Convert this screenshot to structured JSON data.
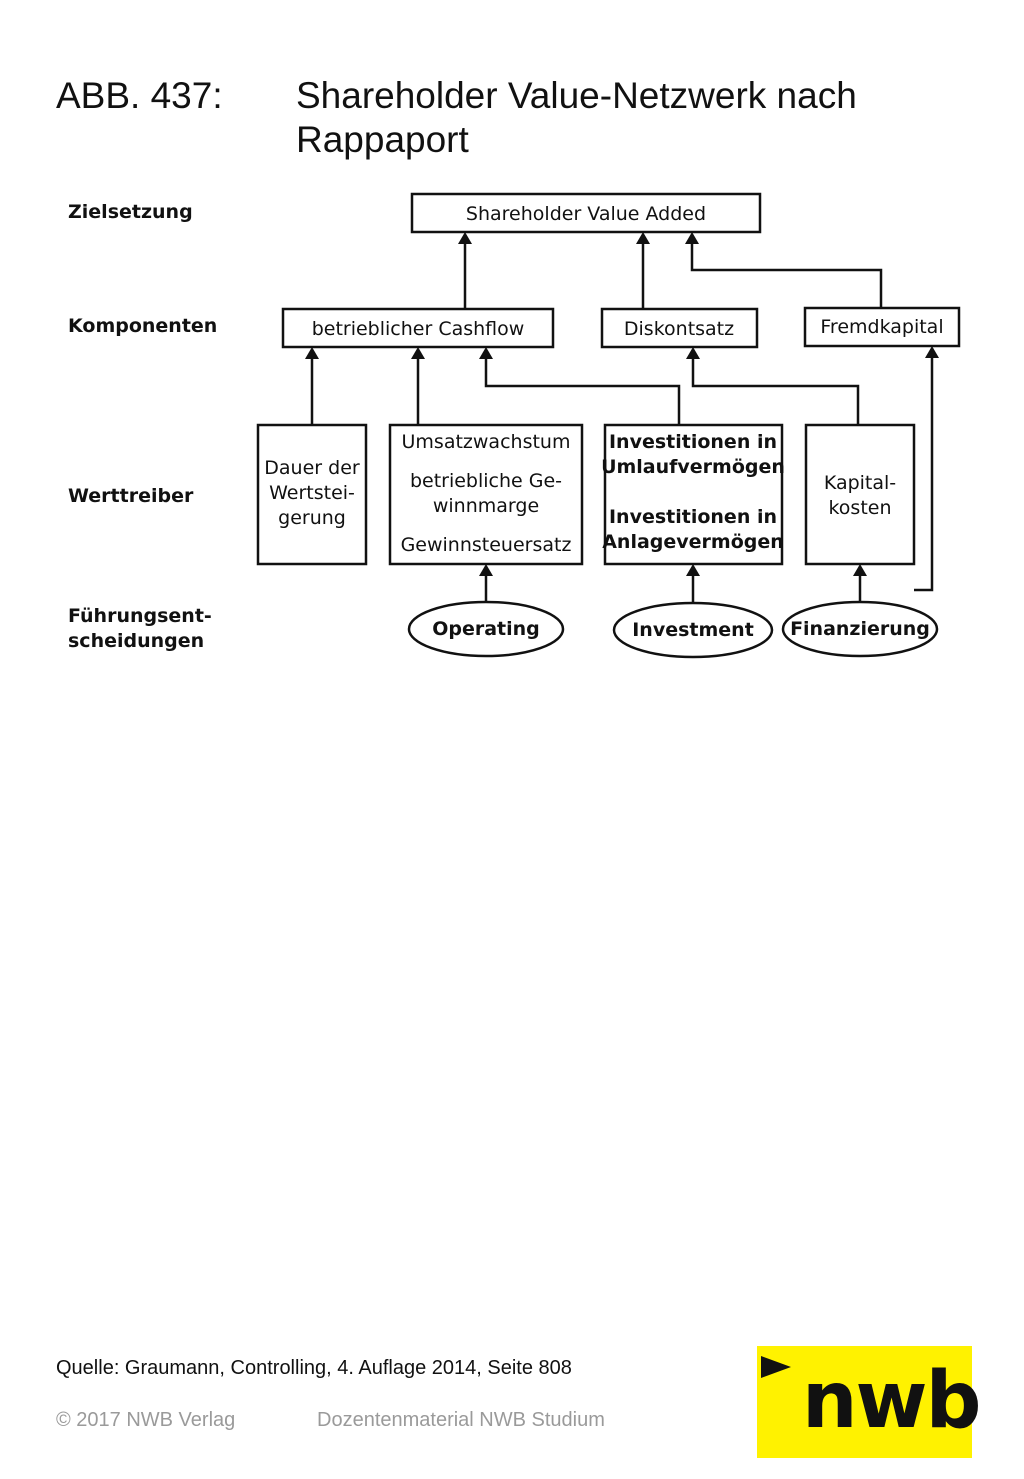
{
  "header": {
    "figure_number": "ABB. 437:",
    "title": "Shareholder Value-Netzwerk nach Rappaport"
  },
  "diagram": {
    "levels": {
      "zielsetzung": "Zielsetzung",
      "komponenten": "Komponenten",
      "werttreiber": "Werttreiber",
      "fuehrung_line1": "Führungsent-",
      "fuehrung_line2": "scheidungen"
    },
    "goal": "Shareholder Value Added",
    "components": {
      "cashflow": "betrieblicher Cashflow",
      "diskontsatz": "Diskontsatz",
      "fremdkapital": "Fremdkapital"
    },
    "drivers": {
      "dauer": [
        "Dauer der",
        "Wertstei-",
        "gerung"
      ],
      "umsatz": [
        "Umsatzwachstum",
        "betriebliche Ge-",
        "winnmarge",
        "Gewinnsteuersatz"
      ],
      "investitionen": [
        "Investitionen in",
        "Umlaufvermögen",
        "Investitionen in",
        "Anlagevermögen"
      ],
      "kapitalkosten": [
        "Kapital-",
        "kosten"
      ]
    },
    "decisions": {
      "operating": "Operating",
      "investment": "Investment",
      "finanzierung": "Finanzierung"
    }
  },
  "footer": {
    "source": "Quelle: Graumann, Controlling, 4. Auflage 2014, Seite 808",
    "copyright": "© 2017 NWB Verlag",
    "course": "Dozentenmaterial NWB Studium"
  },
  "logo": {
    "text": "nwb",
    "background_color": "#fff200"
  }
}
